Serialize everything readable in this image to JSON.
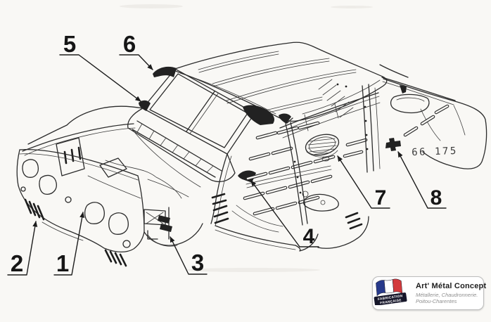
{
  "colors": {
    "paper": "#f9f8f5",
    "ink": "#2b2b2b",
    "flag_blue": "#27398b",
    "flag_red": "#d33a3c",
    "flag_banner": "#16162a"
  },
  "part_number": "66 175",
  "callouts": [
    {
      "label": "1"
    },
    {
      "label": "2"
    },
    {
      "label": "3"
    },
    {
      "label": "4"
    },
    {
      "label": "5"
    },
    {
      "label": "6"
    },
    {
      "label": "7"
    },
    {
      "label": "8"
    }
  ],
  "logo": {
    "title": "Art' Métal Concept",
    "subtitle1": "Métallerie, Chaudronnerie.",
    "subtitle2": "Poitou-Charentes",
    "flag_banner_line1": "FABRICATION",
    "flag_banner_line2": "FRANÇAISE"
  }
}
